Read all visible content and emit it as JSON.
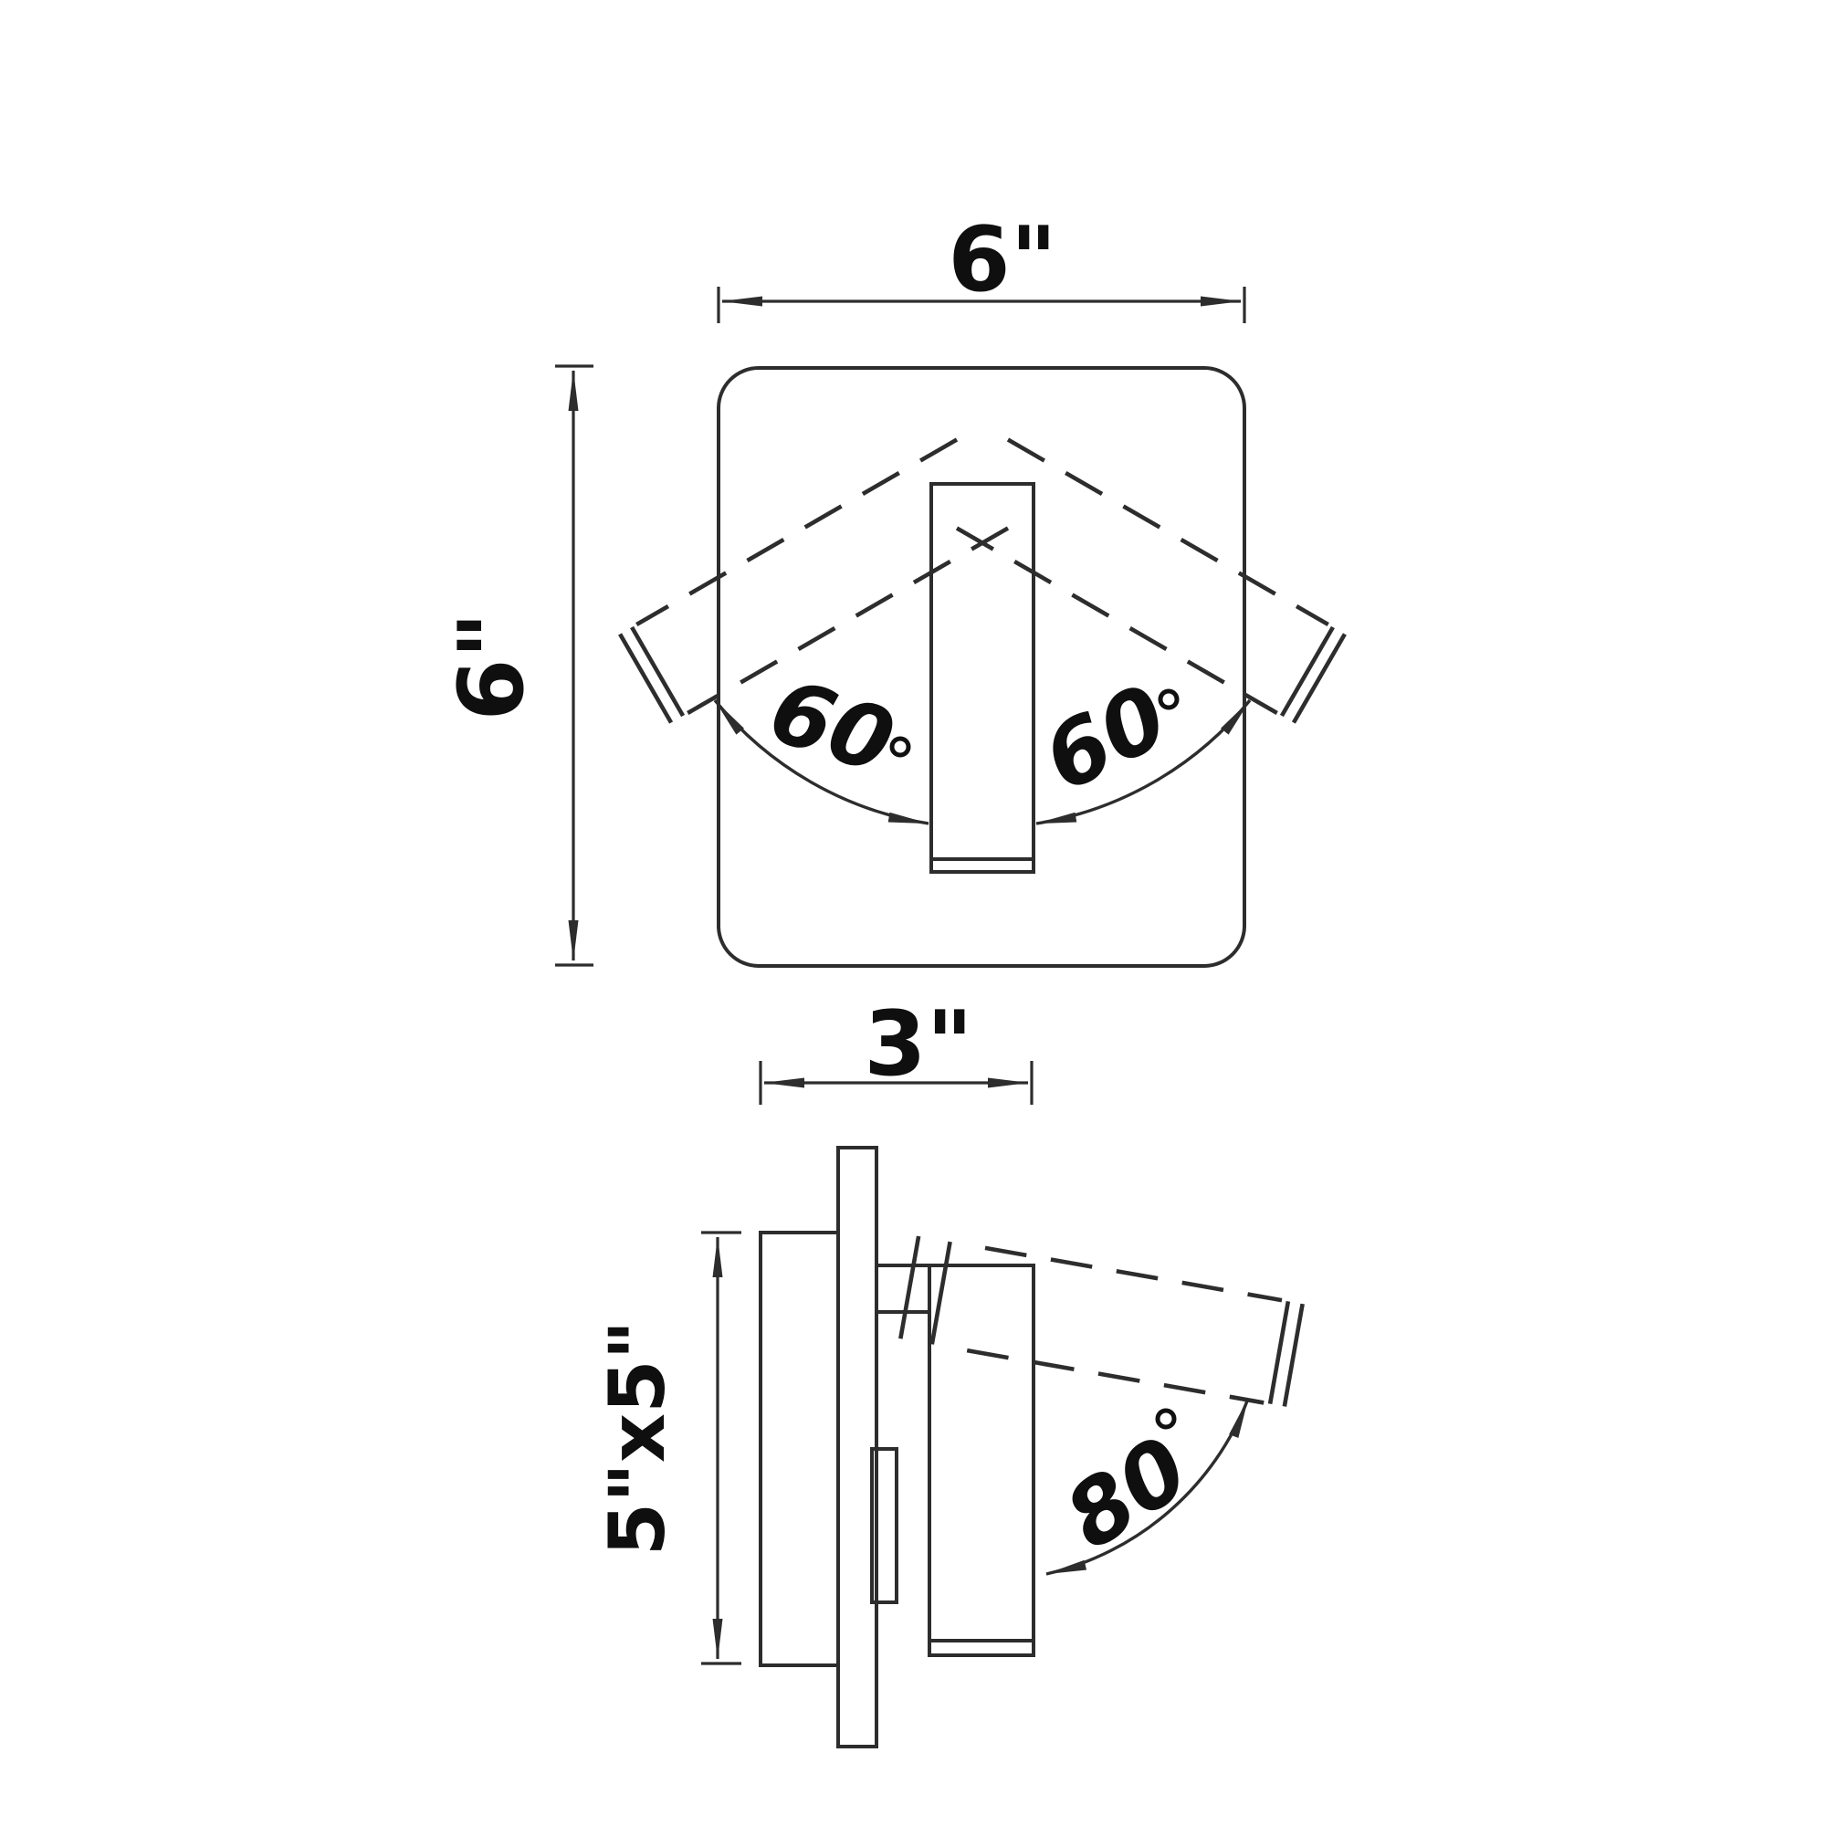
{
  "drawing": {
    "background_color": "#ffffff",
    "line_color": "#2d2d2d",
    "text_color": "#0f0f0f"
  },
  "front_view": {
    "width_label": "6\"",
    "height_label": "6\"",
    "left_angle_value": "60",
    "left_angle_unit": "°",
    "right_angle_value": "60",
    "right_angle_unit": "°"
  },
  "side_view": {
    "depth_label": "3\"",
    "plate_size_label": "5\"x5\"",
    "tilt_angle_value": "80",
    "tilt_angle_unit": "°"
  }
}
